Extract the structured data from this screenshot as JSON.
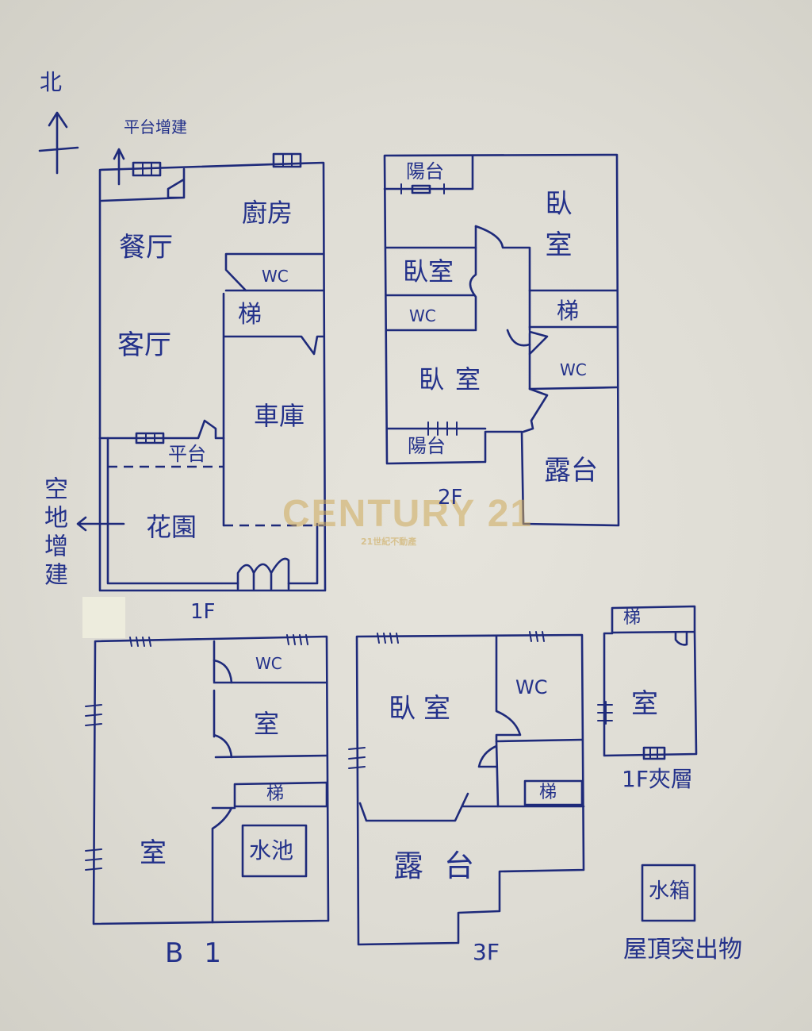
{
  "watermark": {
    "brand": "CENTURY 21",
    "subtitle": "21世紀不動產",
    "color": "#cdaa5a"
  },
  "ink_color": "#1e2a7a",
  "compass": {
    "label": "北"
  },
  "floors": {
    "f1": {
      "label": "1F",
      "rooms": {
        "dining": "餐厅",
        "kitchen": "廚房",
        "wc": "WC",
        "stairs": "梯",
        "living": "客厅",
        "garage": "車庫",
        "platform": "平台",
        "garden": "花園"
      },
      "annotations": {
        "platform_addition": "平台增建",
        "vacant_land_addition": "空地增建"
      }
    },
    "f2": {
      "label": "2F",
      "rooms": {
        "balcony_north": "陽台",
        "bedroom_large": "臥室",
        "bedroom_small": "臥室",
        "wc_west": "WC",
        "stairs": "梯",
        "bedroom_south": "臥室",
        "wc_east": "WC",
        "balcony_south": "陽台",
        "terrace": "露台"
      }
    },
    "b1": {
      "label": "B1",
      "rooms": {
        "wc": "WC",
        "room_small": "室",
        "stairs": "梯",
        "sump": "水池",
        "room_large": "室"
      }
    },
    "f3": {
      "label": "3F",
      "rooms": {
        "bedroom": "臥室",
        "wc": "WC",
        "stairs": "梯",
        "terrace": "露台"
      }
    },
    "mezzanine": {
      "label": "1F夾層",
      "rooms": {
        "stairs": "梯",
        "room": "室"
      }
    },
    "roof": {
      "label": "屋頂突出物",
      "rooms": {
        "water_tank": "水箱"
      }
    }
  }
}
